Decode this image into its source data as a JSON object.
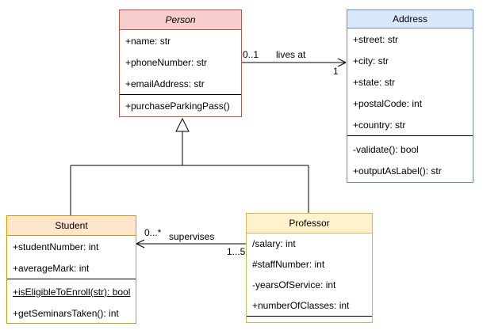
{
  "diagram": {
    "type": "uml-class-diagram",
    "background": "#ffffff",
    "classes": [
      {
        "id": "person",
        "title": "Person",
        "abstract": true,
        "attributes": [
          "+name: str",
          "+phoneNumber: str",
          "+emailAddress: str"
        ],
        "methods": [
          "+purchaseParkingPass()"
        ],
        "colors": {
          "fill": "#f8cecc",
          "border": "#b85450"
        }
      },
      {
        "id": "address",
        "title": "Address",
        "abstract": false,
        "attributes": [
          "+street: str",
          "+city: str",
          "+state: str",
          "+postalCode: int",
          "+country: str"
        ],
        "methods": [
          "-validate(): bool",
          "+outputAsLabel(): str"
        ],
        "colors": {
          "fill": "#dae8fc",
          "border": "#6c8ebf"
        }
      },
      {
        "id": "student",
        "title": "Student",
        "abstract": false,
        "attributes": [
          "+studentNumber: int",
          "+averageMark: int"
        ],
        "methods": [
          "+isEligibleToEnroll(str): bool",
          "+getSeminarsTaken(): int"
        ],
        "static_method": "+isEligibleToEnroll(str): bool",
        "colors": {
          "fill": "#ffe6cc",
          "border": "#d79b00"
        }
      },
      {
        "id": "professor",
        "title": "Professor",
        "abstract": false,
        "attributes": [
          "/salary: int",
          "#staffNumber: int",
          "-yearsOfService: int",
          "+numberOfClasses: int"
        ],
        "methods": [],
        "colors": {
          "fill": "#fff2cc",
          "border": "#d6b656"
        }
      }
    ],
    "associations": [
      {
        "id": "lives-at",
        "name": "lives at",
        "from": "Person",
        "to": "Address",
        "from_multiplicity": "0..1",
        "to_multiplicity": "1"
      },
      {
        "id": "supervises",
        "name": "supervises",
        "from": "Professor",
        "to": "Student",
        "from_multiplicity": "1...5",
        "to_multiplicity": "0...*"
      }
    ],
    "generalizations": [
      {
        "from": "Student",
        "to": "Person"
      },
      {
        "from": "Professor",
        "to": "Person"
      }
    ]
  }
}
